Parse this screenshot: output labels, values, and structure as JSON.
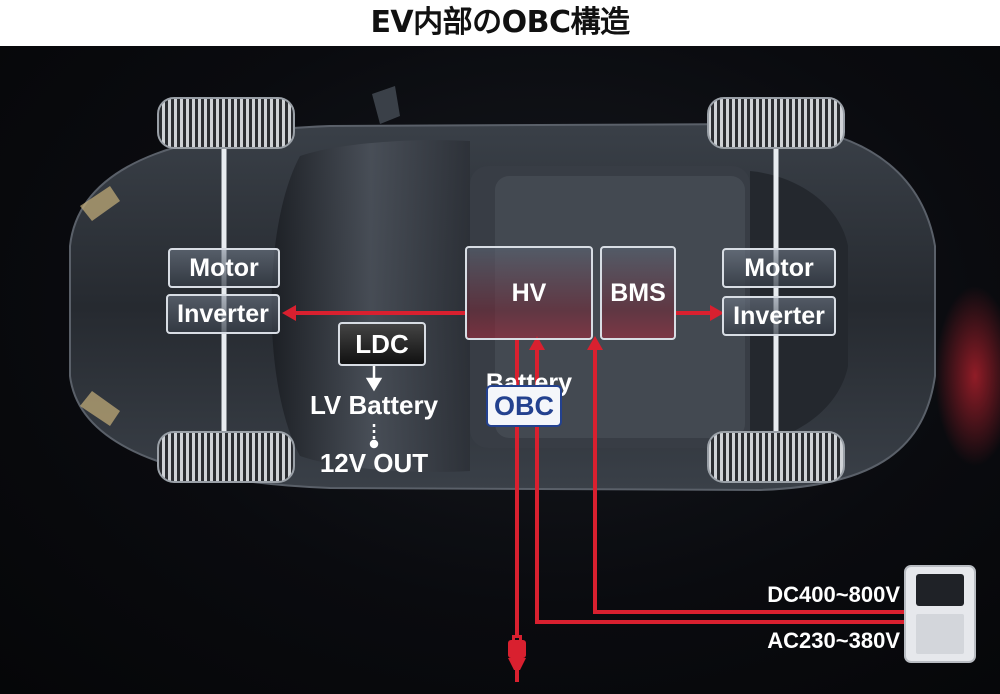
{
  "title": "EV内部のOBC構造",
  "front_axle": {
    "motor_label": "Motor",
    "inverter_label": "Inverter"
  },
  "rear_axle": {
    "motor_label": "Motor",
    "inverter_label": "Inverter"
  },
  "hv_battery_label": "HV Battery",
  "bms_label": "BMS",
  "ldc_label": "LDC",
  "lv_battery_label": "LV Battery",
  "lv_output_label": "12V OUT",
  "obc_label": "OBC",
  "charger": {
    "dc_label": "DC400~800V",
    "ac_label": "AC230~380V"
  },
  "colors": {
    "power_line": "#d9202f",
    "obc_text": "#23418f",
    "box_border": "#d8dde4"
  },
  "icons": [
    "power-plug-icon",
    "charging-station-icon",
    "tire-icon"
  ]
}
